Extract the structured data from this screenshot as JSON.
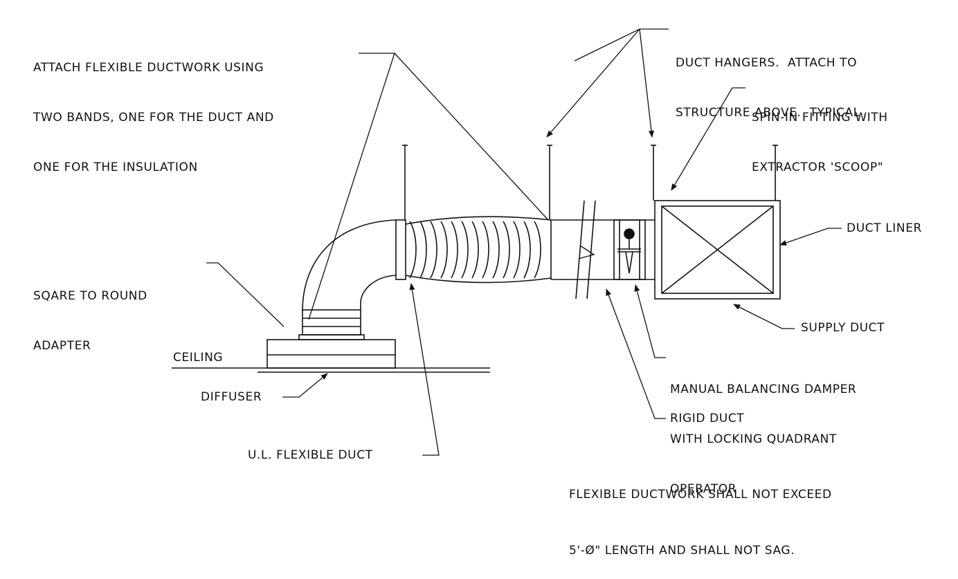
{
  "labels": {
    "attach_flex": [
      "ATTACH FLEXIBLE DUCTWORK USING",
      "TWO BANDS, ONE FOR THE DUCT AND",
      "ONE FOR THE INSULATION"
    ],
    "duct_hangers": [
      "DUCT HANGERS.  ATTACH TO",
      "STRUCTURE ABOVE.  TYPICAL"
    ],
    "spin_in": [
      "SPIN-IN FITTING WITH",
      "EXTRACTOR 'SCOOP\""
    ],
    "duct_liner": "DUCT LINER",
    "square_round": [
      "SQARE TO ROUND",
      "ADAPTER"
    ],
    "supply_duct": "SUPPLY DUCT",
    "ceiling": "CEILING",
    "damper": [
      "MANUAL BALANCING DAMPER",
      "WITH LOCKING QUADRANT",
      "OPERATOR"
    ],
    "diffuser": "DIFFUSER",
    "rigid_duct": "RIGID DUCT",
    "ul_flex": "U.L. FLEXIBLE DUCT",
    "note": [
      "FLEXIBLE DUCTWORK SHALL NOT EXCEED",
      "5'-Ø\" LENGTH AND SHALL NOT SAG."
    ]
  }
}
